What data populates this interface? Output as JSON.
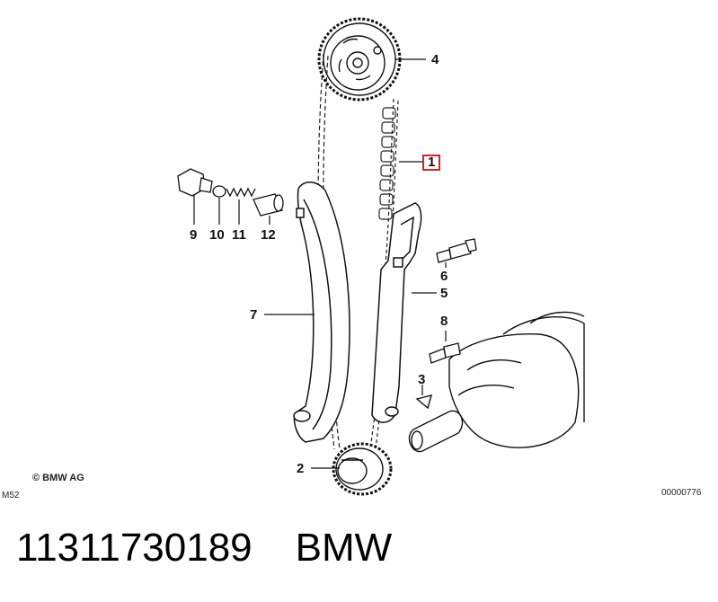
{
  "callouts": {
    "c1": "1",
    "c2": "2",
    "c3": "3",
    "c4": "4",
    "c5": "5",
    "c6": "6",
    "c7": "7",
    "c8": "8",
    "c9": "9",
    "c10": "10",
    "c11": "11",
    "c12": "12"
  },
  "copyright": "© BMW AG",
  "model_code": "M52",
  "diagram_number": "00000776",
  "part_number": "11311730189",
  "brand": "BMW",
  "colors": {
    "highlight_box": "#d0262b",
    "line": "#111111"
  }
}
